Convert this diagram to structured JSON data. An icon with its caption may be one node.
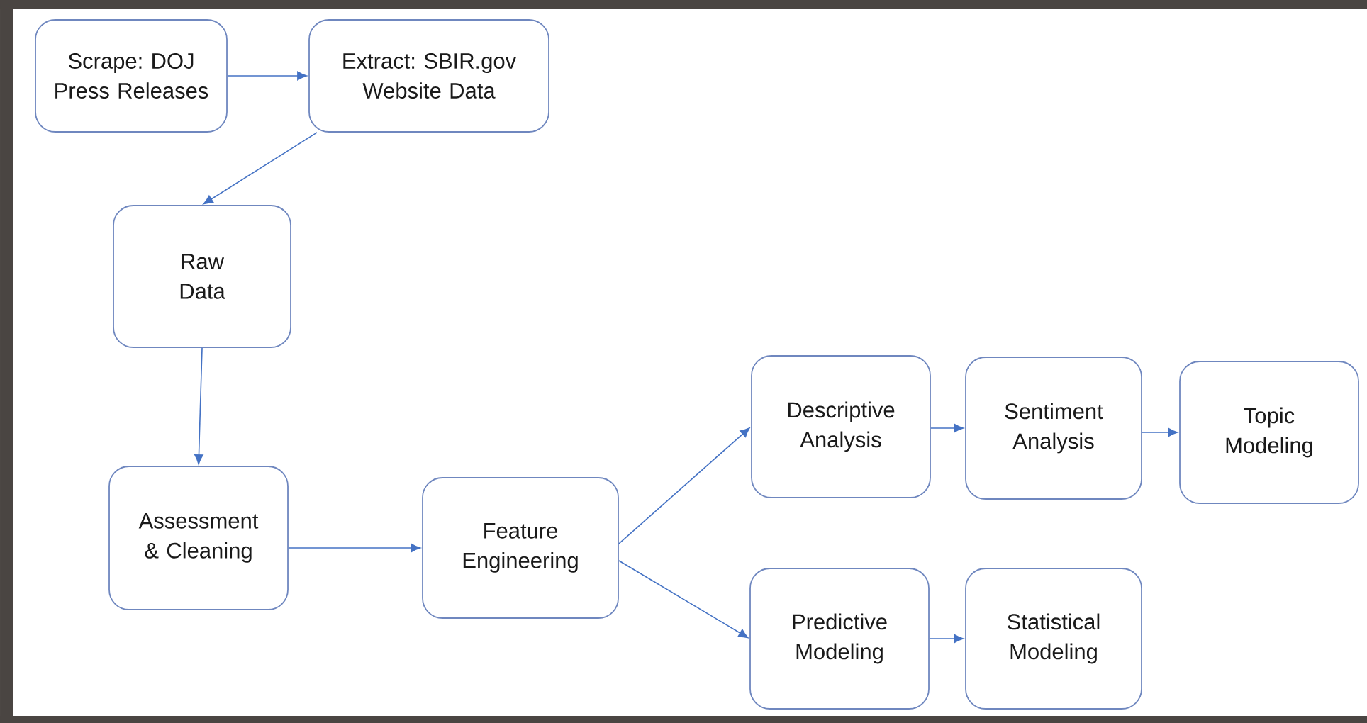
{
  "diagram": {
    "nodes": [
      {
        "text": [
          "Scrape: DOJ Press Releases"
        ]
      },
      {
        "text": [
          "Extract: SBIR.gov Website Data"
        ]
      },
      {
        "text": [
          "Raw Data"
        ]
      },
      {
        "text": [
          "Assessment & Cleaning"
        ]
      },
      {
        "text": [
          "Feature Engineering"
        ]
      },
      {
        "text": [
          "Descriptive Analysis"
        ]
      },
      {
        "text": [
          "Sentiment Analysis"
        ]
      },
      {
        "text": [
          "Topic Modeling"
        ]
      },
      {
        "text": [
          "Predictive Modeling"
        ]
      },
      {
        "text": [
          "Statistical Modeling"
        ]
      }
    ],
    "edges": [
      {
        "from": 0,
        "to": 1,
        "arrow": "to"
      },
      {
        "from": 1,
        "to": 2,
        "arrow": "to"
      },
      {
        "from": 2,
        "to": 3,
        "arrow": "to"
      },
      {
        "from": 3,
        "to": 4,
        "arrow": "to"
      },
      {
        "from": 4,
        "to": 5,
        "arrow": "to"
      },
      {
        "from": 4,
        "to": 8,
        "arrow": "to"
      },
      {
        "from": 5,
        "to": 6,
        "arrow": "to"
      },
      {
        "from": 6,
        "to": 7,
        "arrow": "to"
      },
      {
        "from": 8,
        "to": 9,
        "arrow": "to"
      }
    ]
  }
}
